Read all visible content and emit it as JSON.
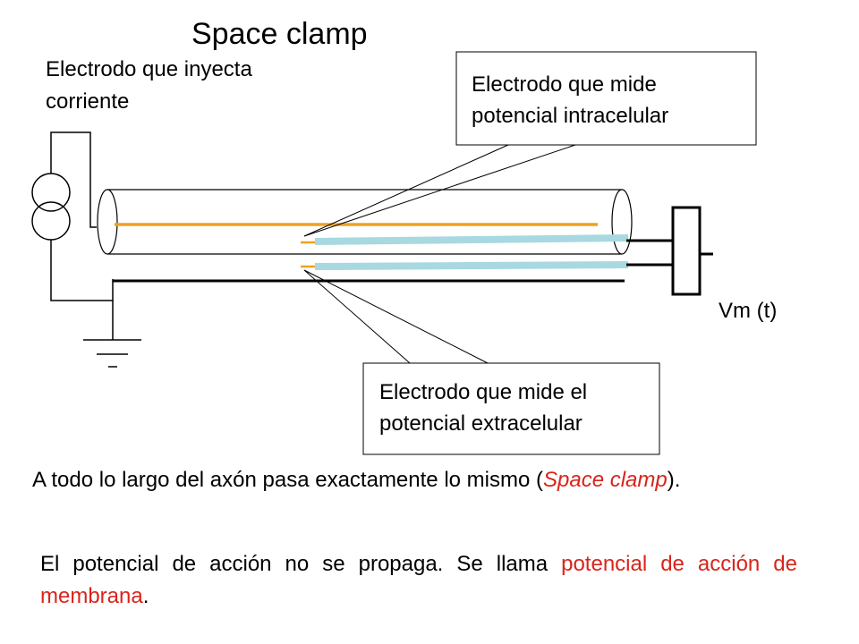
{
  "title": "Space clamp",
  "labels": {
    "injector_line1": "Electrodo que inyecta",
    "injector_line2": "corriente",
    "intracellular_line1": "Electrodo que mide",
    "intracellular_line2": "potencial intracelular",
    "extracellular_line1": "Electrodo que mide el",
    "extracellular_line2": "potencial extracelular",
    "vm": "Vm (t)"
  },
  "paragraph1": {
    "before": "A todo lo largo del axón pasa exactamente lo mismo (",
    "highlight": "Space clamp",
    "after": ")."
  },
  "paragraph2": {
    "before": "El potencial de acción no se propaga. Se llama ",
    "highlight": "potencial de acción de membrana",
    "after": "."
  },
  "colors": {
    "orange_wire": "#f0a020",
    "blue_electrode": "#a8d8e0",
    "highlight_red": "#d9241b"
  }
}
